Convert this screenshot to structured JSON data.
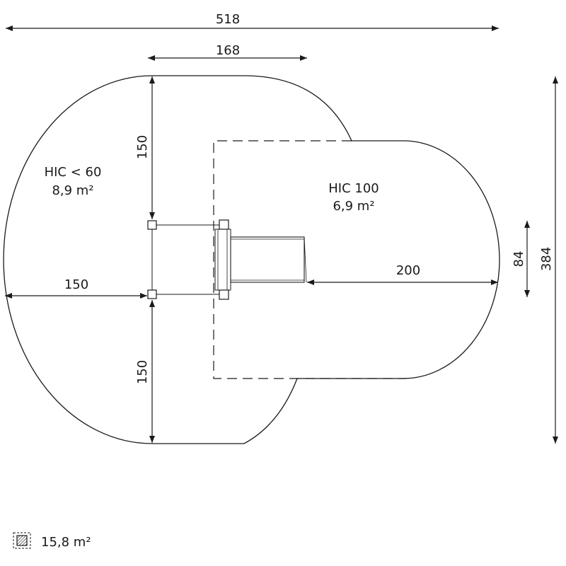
{
  "dimensions": {
    "total_width": "518",
    "top_width": "168",
    "upper_height": "150",
    "left_width": "150",
    "lower_height": "150",
    "right_length": "200",
    "slide_width": "84",
    "total_height": "384"
  },
  "zones": {
    "left": {
      "hic": "HIC < 60",
      "area": "8,9 m²"
    },
    "right": {
      "hic": "HIC 100",
      "area": "6,9 m²"
    }
  },
  "legend": {
    "icon": "hatched-square-icon",
    "area": "15,8 m²"
  }
}
